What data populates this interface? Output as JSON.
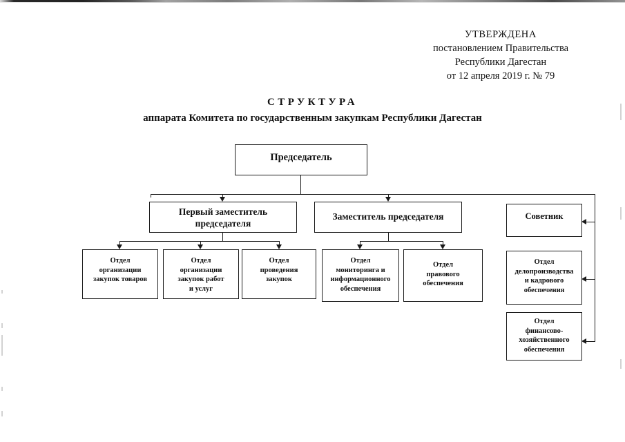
{
  "document": {
    "approval": {
      "line1": "УТВЕРЖДЕНА",
      "line2": "постановлением Правительства",
      "line3": "Республики Дагестан",
      "line4": "от 12 апреля  2019  г. № 79"
    },
    "title": {
      "heading": "СТРУКТУРА",
      "subheading": "аппарата Комитета по государственным закупкам Республики Дагестан"
    }
  },
  "chart_data": {
    "type": "diagram",
    "diagram_kind": "organizational-chart",
    "title": "СТРУКТУРА аппарата Комитета по государственным закупкам Республики Дагестан",
    "orientation": "top-down",
    "nodes": [
      {
        "id": "chairman",
        "label": "Председатель",
        "level": 1
      },
      {
        "id": "first_deputy",
        "label": "Первый заместитель председателя",
        "level": 2
      },
      {
        "id": "deputy",
        "label": "Заместитель председателя",
        "level": 2
      },
      {
        "id": "advisor",
        "label": "Советник",
        "level": 2
      },
      {
        "id": "goods",
        "label": "Отдел организации закупок товаров",
        "level": 3
      },
      {
        "id": "works",
        "label": "Отдел организации закупок работ и услуг",
        "level": 3
      },
      {
        "id": "conduct",
        "label": "Отдел проведения закупок",
        "level": 3
      },
      {
        "id": "monitoring",
        "label": "Отдел мониторинга и информационного обеспечения",
        "level": 3
      },
      {
        "id": "legal",
        "label": "Отдел правового обеспечения",
        "level": 3
      },
      {
        "id": "records",
        "label": "Отдел делопроизводства и кадрового обеспечения",
        "level": 3
      },
      {
        "id": "finance",
        "label": "Отдел финансово-хозяйственного обеспечения",
        "level": 3
      }
    ],
    "edges": [
      {
        "from": "chairman",
        "to": "first_deputy",
        "style": "arrow-down"
      },
      {
        "from": "chairman",
        "to": "deputy",
        "style": "arrow-down"
      },
      {
        "from": "chairman",
        "to": "advisor",
        "style": "arrow-left"
      },
      {
        "from": "chairman",
        "to": "records",
        "style": "arrow-left"
      },
      {
        "from": "chairman",
        "to": "finance",
        "style": "arrow-left"
      },
      {
        "from": "first_deputy",
        "to": "goods",
        "style": "arrow-down"
      },
      {
        "from": "first_deputy",
        "to": "works",
        "style": "arrow-down"
      },
      {
        "from": "first_deputy",
        "to": "conduct",
        "style": "arrow-down"
      },
      {
        "from": "deputy",
        "to": "monitoring",
        "style": "arrow-down"
      },
      {
        "from": "deputy",
        "to": "legal",
        "style": "arrow-down"
      }
    ]
  },
  "nodes": {
    "chairman": "Председатель",
    "first_deputy_l1": "Первый заместитель",
    "first_deputy_l2": "председателя",
    "deputy": "Заместитель председателя",
    "advisor": "Советник",
    "goods_l1": "Отдел",
    "goods_l2": "организации",
    "goods_l3": "закупок товаров",
    "works_l1": "Отдел",
    "works_l2": "организации",
    "works_l3": "закупок работ",
    "works_l4": "и услуг",
    "conduct_l1": "Отдел",
    "conduct_l2": "проведения",
    "conduct_l3": "закупок",
    "monitoring_l1": "Отдел",
    "monitoring_l2": "мониторинга и",
    "monitoring_l3": "информационного",
    "monitoring_l4": "обеспечения",
    "legal_l1": "Отдел",
    "legal_l2": "правового",
    "legal_l3": "обеспечения",
    "records_l1": "Отдел",
    "records_l2": "делопроизводства",
    "records_l3": "и кадрового",
    "records_l4": "обеспечения",
    "finance_l1": "Отдел",
    "finance_l2": "финансово-",
    "finance_l3": "хозяйственного",
    "finance_l4": "обеспечения"
  }
}
